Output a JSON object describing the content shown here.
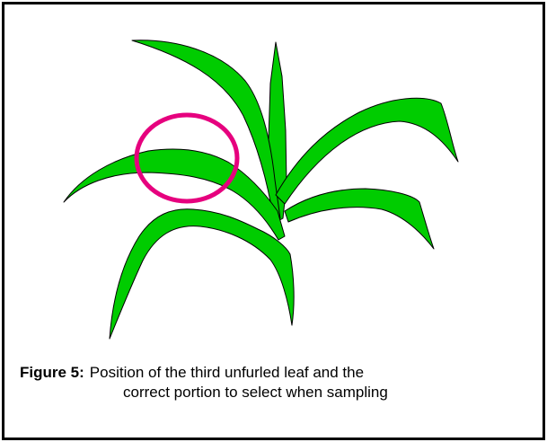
{
  "figure": {
    "label": "Figure 5:",
    "caption_line1": "Position of the third unfurled leaf and the",
    "caption_line2": "correct portion to select when sampling"
  },
  "colors": {
    "leaf_fill": "#00cc00",
    "leaf_stroke": "#000000",
    "highlight_circle": "#e6007e",
    "frame_border": "#000000",
    "background": "#ffffff"
  }
}
